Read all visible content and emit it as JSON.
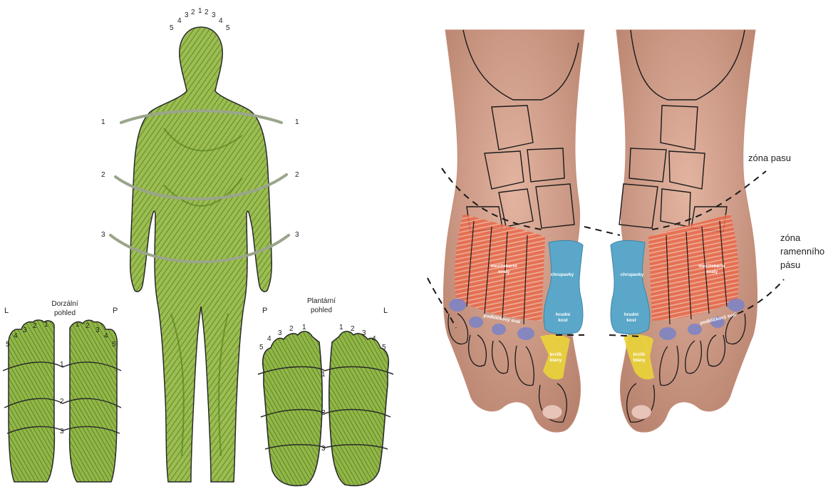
{
  "body_figure": {
    "head_numbers_left": [
      "5",
      "4",
      "3",
      "2",
      "1"
    ],
    "head_numbers_right": [
      "1",
      "2",
      "3",
      "4",
      "5"
    ],
    "zone_labels_left": [
      "1",
      "2",
      "3"
    ],
    "zone_labels_right": [
      "1",
      "2",
      "3"
    ],
    "fill_color": "#8aad3e",
    "zone_line_color": "#9aa58a"
  },
  "dorsal_view": {
    "title": "Dorzální\npohled",
    "left_letter": "L",
    "right_letter": "P",
    "toe_numbers_left": [
      "5",
      "4",
      "3",
      "2",
      "1"
    ],
    "toe_numbers_right": [
      "1",
      "2",
      "3",
      "4",
      "5"
    ],
    "zone_labels": [
      "1",
      "2",
      "3"
    ]
  },
  "plantar_view": {
    "title": "Plantární\npohled",
    "left_letter": "P",
    "right_letter": "L",
    "toe_numbers_left": [
      "5",
      "4",
      "3",
      "2",
      "1"
    ],
    "toe_numbers_right": [
      "1",
      "2",
      "3",
      "4",
      "5"
    ],
    "zone_labels": [
      "1",
      "2",
      "3"
    ]
  },
  "feet_photo": {
    "zone_waist_label": "zóna pasu",
    "zone_shoulder_label": "zóna\nramenního\npásu",
    "annotations": {
      "shoulder_muscles_left": "mezižeberní\nsvaly",
      "shoulder_muscles_right": "mezižeberní\nsvaly",
      "cartilage_left": "chrupavky",
      "cartilage_right": "chrupavky",
      "sternum_left": "hrudní\nkost",
      "sternum_right": "hrudní\nkost",
      "collarbone_left": "podklíčkový sval",
      "collarbone_right": "podklíčkový sval",
      "thymus_left": "brzlík\nblány",
      "thymus_right": "brzlík\nblány"
    },
    "colors": {
      "muscle": "#e8684a",
      "cartilage": "#5aa7c9",
      "joint": "#7b83c8",
      "thymus": "#e9d23a",
      "skin": "#d9a38e"
    }
  }
}
